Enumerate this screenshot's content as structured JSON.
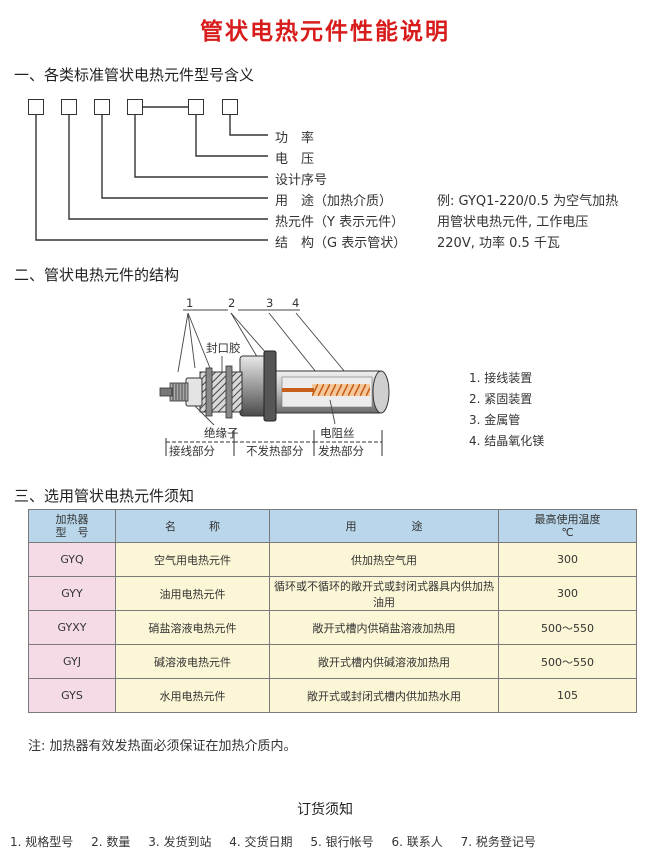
{
  "title": "管状电热元件性能说明",
  "section1": {
    "heading": "一、各类标准管状电热元件型号含义",
    "labels": [
      "功　率",
      "电　压",
      "设计序号",
      "用　途（加热介质）",
      "热元件（Y 表示元件）",
      "结　构（G 表示管状）"
    ],
    "example": [
      "例: GYQ1-220/0.5 为空气加热",
      "用管状电热元件, 工作电压",
      "220V, 功率 0.5 千瓦"
    ]
  },
  "section2": {
    "heading": "二、管状电热元件的结构",
    "numbers": [
      "1",
      "2",
      "3",
      "4"
    ],
    "callouts": {
      "seal": "封口胶",
      "insulator": "绝缘子",
      "wire": "电阻丝"
    },
    "parts": {
      "wiring": "接线部分",
      "non_heating": "不发热部分",
      "heating": "发热部分"
    },
    "legend": [
      "1. 接线装置",
      "2. 紧固装置",
      "3. 金属管",
      "4. 结晶氧化镁"
    ]
  },
  "section3": {
    "heading": "三、选用管状电热元件须知",
    "headers": {
      "code_line1": "加热器",
      "code_line2": "型　号",
      "name": "名　　　称",
      "use": "用　　　　　途",
      "temp_line1": "最高使用温度",
      "temp_line2": "℃"
    },
    "rows": [
      {
        "code": "GYQ",
        "name": "空气用电热元件",
        "use": "供加热空气用",
        "temp": "300"
      },
      {
        "code": "GYY",
        "name": "油用电热元件",
        "use": "循环或不循环的敞开式或封闭式器具内供加热油用",
        "temp": "300"
      },
      {
        "code": "GYXY",
        "name": "硝盐溶液电热元件",
        "use": "敞开式槽内供硝盐溶液加热用",
        "temp": "500～550"
      },
      {
        "code": "GYJ",
        "name": "碱溶液电热元件",
        "use": "敞开式槽内供碱溶液加热用",
        "temp": "500～550"
      },
      {
        "code": "GYS",
        "name": "水用电热元件",
        "use": "敞开式或封闭式槽内供加热水用",
        "temp": "105"
      }
    ],
    "note": "注: 加热器有效发热面必须保证在加热介质内。"
  },
  "order": {
    "heading": "订货须知",
    "items": [
      "1. 规格型号",
      "2. 数量",
      "3. 发货到站",
      "4. 交货日期",
      "5. 银行帐号",
      "6. 联系人",
      "7. 税务登记号"
    ]
  },
  "colors": {
    "title": "#d81c1c",
    "table_header": "#b9d6ea",
    "code_cell": "#f5dbe8",
    "data_cell": "#fbf6d6"
  }
}
